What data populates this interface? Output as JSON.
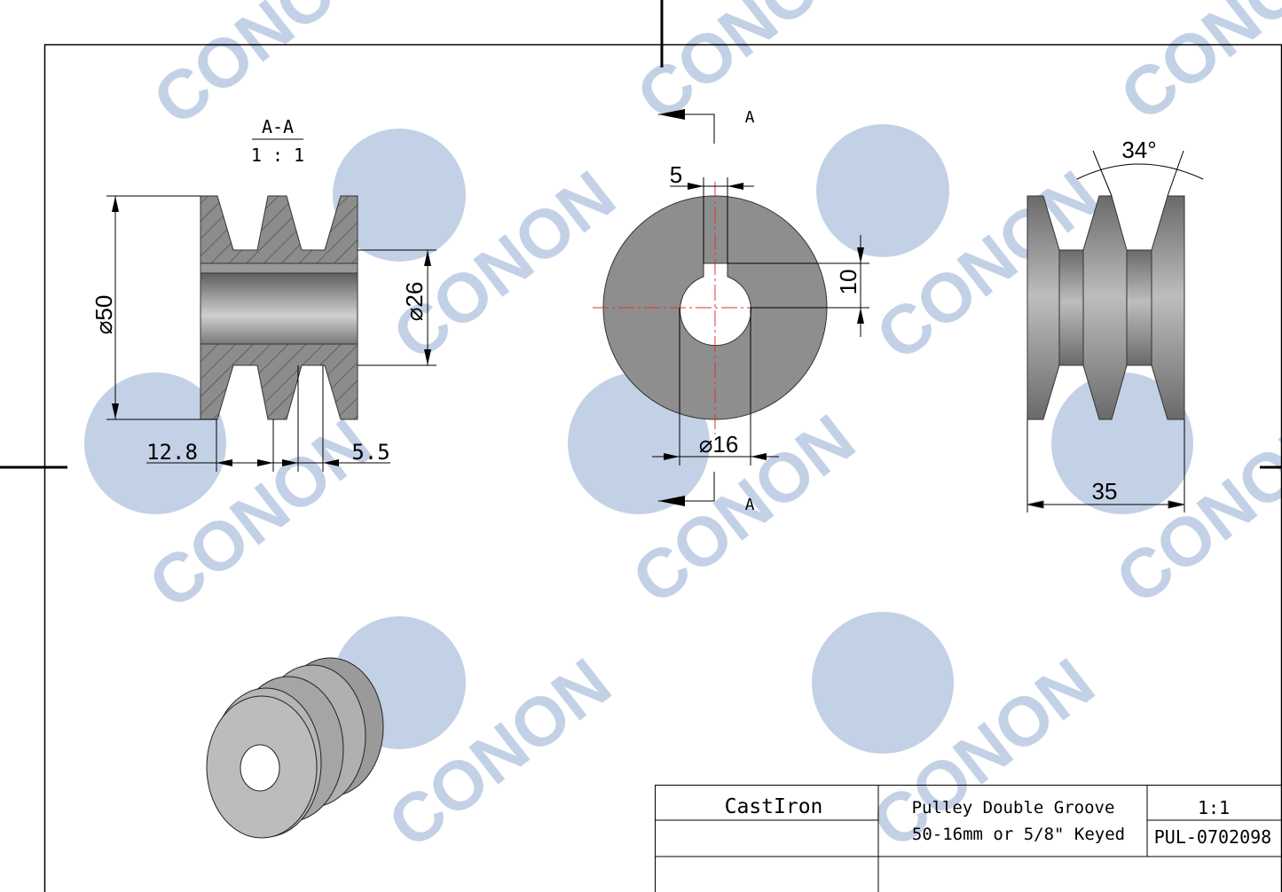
{
  "watermark": {
    "text": "CONON",
    "color": "#c3d1e6"
  },
  "section_view": {
    "title": "A-A",
    "scale": "1 : 1",
    "dim_outer": "⌀50",
    "dim_hub": "⌀26",
    "dim_pitch": "12.8",
    "dim_groove": "5.5"
  },
  "front_view": {
    "section_label_top": "A",
    "section_label_bottom": "A",
    "dim_key_width": "5",
    "dim_key_depth": "10",
    "dim_bore": "⌀16"
  },
  "side_view": {
    "dim_angle": "34°",
    "dim_width": "35"
  },
  "title_block": {
    "material": "CastIron",
    "name_line1": "Pulley Double Groove",
    "name_line2": "50-16mm or 5/8\" Keyed",
    "scale": "1:1",
    "part_number": "PUL-0702098"
  },
  "colors": {
    "part": "#8a8a8a",
    "watermark": "#c3d1e6"
  }
}
